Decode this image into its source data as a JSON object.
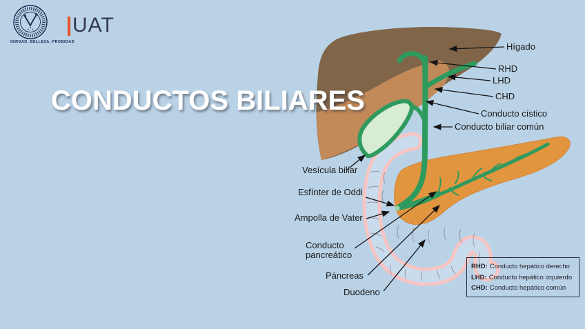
{
  "slide": {
    "title": "CONDUCTOS BILIARES",
    "background_color": "#b9d2e6"
  },
  "logo": {
    "wordmark": "UAT",
    "motto": "VERDAD, BELLEZA, PROBIDAD",
    "accent_color": "#e8502a",
    "text_color": "#333b4a"
  },
  "diagram": {
    "labels": [
      {
        "id": "higado",
        "text": "Hígado"
      },
      {
        "id": "rhd",
        "text": "RHD"
      },
      {
        "id": "lhd",
        "text": "LHD"
      },
      {
        "id": "chd",
        "text": "CHD"
      },
      {
        "id": "cistico",
        "text": "Conducto cístico"
      },
      {
        "id": "biliar",
        "text": "Conducto biliar común"
      },
      {
        "id": "vesicula",
        "text": "Vesícula biliar"
      },
      {
        "id": "oddi",
        "text": "Esfínter de Oddi"
      },
      {
        "id": "vater",
        "text": "Ampolla de Vater"
      },
      {
        "id": "pancreatico",
        "text": "Conducto pancreático"
      },
      {
        "id": "pancreas",
        "text": "Páncreas"
      },
      {
        "id": "duodeno",
        "text": "Duodeno"
      }
    ],
    "legend": {
      "items": [
        {
          "abbr": "RHD:",
          "text": "Conducto hepático derecho"
        },
        {
          "abbr": "LHD:",
          "text": "Conducto hepático izquierdo"
        },
        {
          "abbr": "CHD:",
          "text": "Conducto hepático común"
        }
      ]
    },
    "colors": {
      "liver_dark": "#806549",
      "liver_light": "#c28a59",
      "duct_green": "#2f9a5e",
      "gallbladder_fill": "#d8ecd3",
      "pancreas_orange": "#e2953f",
      "duodenum_pink": "#f6c5c3",
      "lumen_blue": "#c9dcee",
      "label_text": "#191919"
    }
  }
}
